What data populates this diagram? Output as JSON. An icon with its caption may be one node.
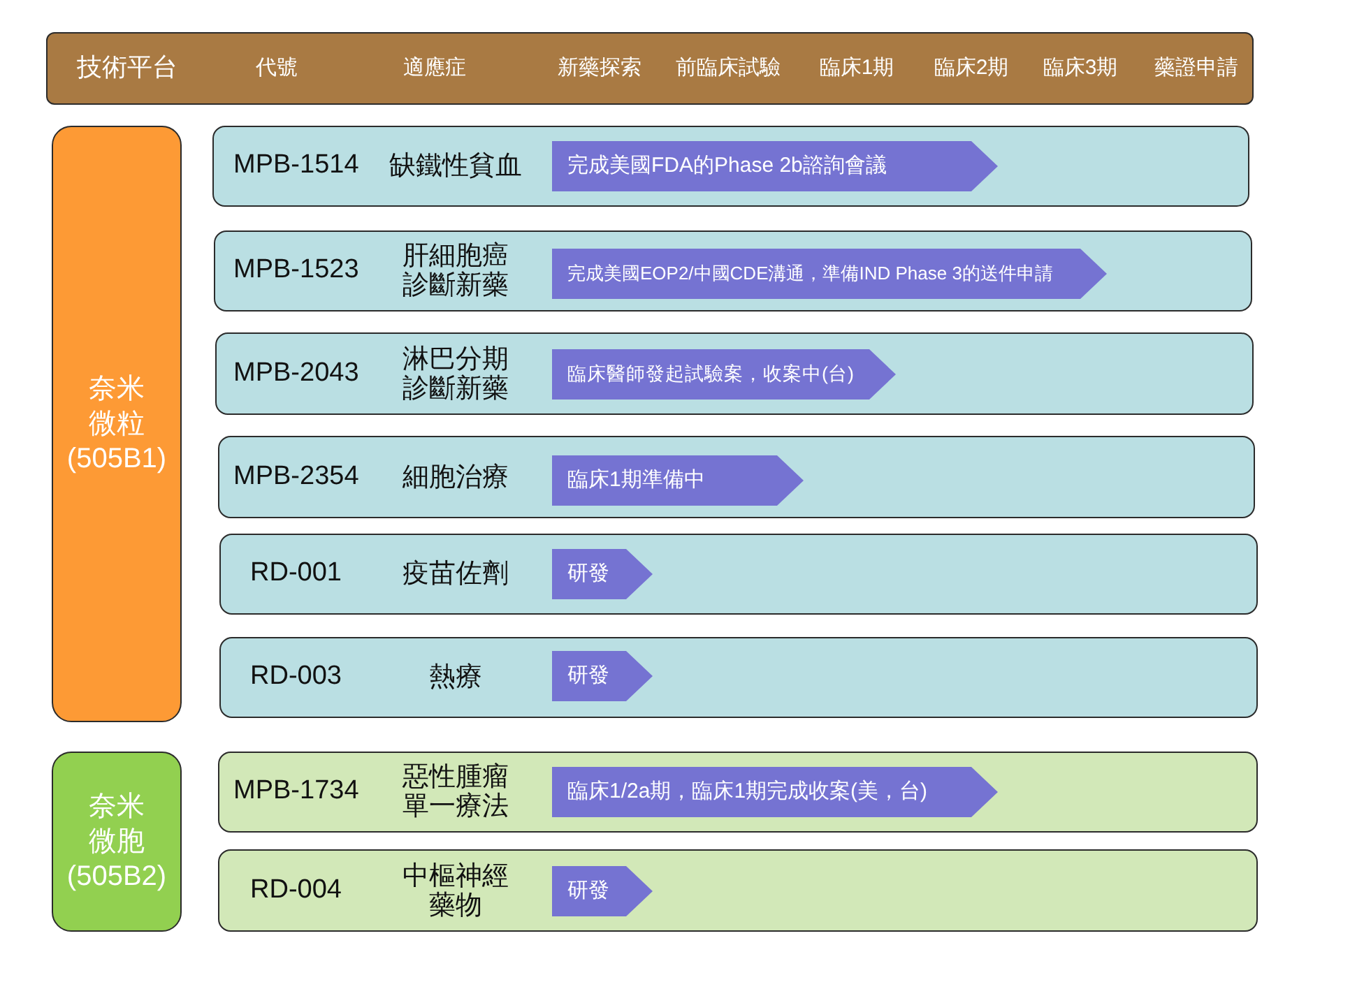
{
  "diagram": {
    "nodes": [
      {
        "text": [
          "技術平台",
          "代號",
          "適應症",
          "新藥探索",
          "前臨床試驗",
          "臨床1期",
          "臨床2期",
          "臨床3期",
          "藥證申請"
        ]
      },
      {
        "text": [
          "奈米微粒(505B1)"
        ]
      },
      {
        "text": [
          "MPB-1514",
          "缺鐵性貧血"
        ]
      },
      {
        "text": [
          "完成美國FDA的Phase 2b諮詢會議"
        ],
        "in": 2
      },
      {
        "text": [
          "MPB-1523",
          "肝細胞癌診斷新藥"
        ]
      },
      {
        "text": [
          "完成美國EOP2/中國CDE溝通，準備IND Phase 3的送件申請"
        ],
        "in": 4
      },
      {
        "text": [
          "MPB-2043",
          "淋巴分期診斷新藥"
        ]
      },
      {
        "text": [
          "臨床醫師發起試驗案，收案中(台)"
        ],
        "in": 6
      },
      {
        "text": [
          "MPB-2354",
          "細胞治療"
        ]
      },
      {
        "text": [
          "臨床1期準備中"
        ],
        "in": 8
      },
      {
        "text": [
          "RD-001",
          "疫苗佐劑"
        ]
      },
      {
        "text": [
          "研發"
        ],
        "in": 10
      },
      {
        "text": [
          "RD-003",
          "熱療"
        ]
      },
      {
        "text": [
          "研發"
        ],
        "in": 12
      },
      {
        "text": [
          "奈米微胞(505B2)"
        ]
      },
      {
        "text": [
          "MPB-1734",
          "惡性腫瘤單一療法"
        ]
      },
      {
        "text": [
          "臨床1/2a期，臨床1期完成收案(美，台)"
        ],
        "in": 15
      },
      {
        "text": [
          "RD-004",
          "中樞神經藥物"
        ]
      },
      {
        "text": [
          "研發"
        ],
        "in": 17
      }
    ]
  }
}
